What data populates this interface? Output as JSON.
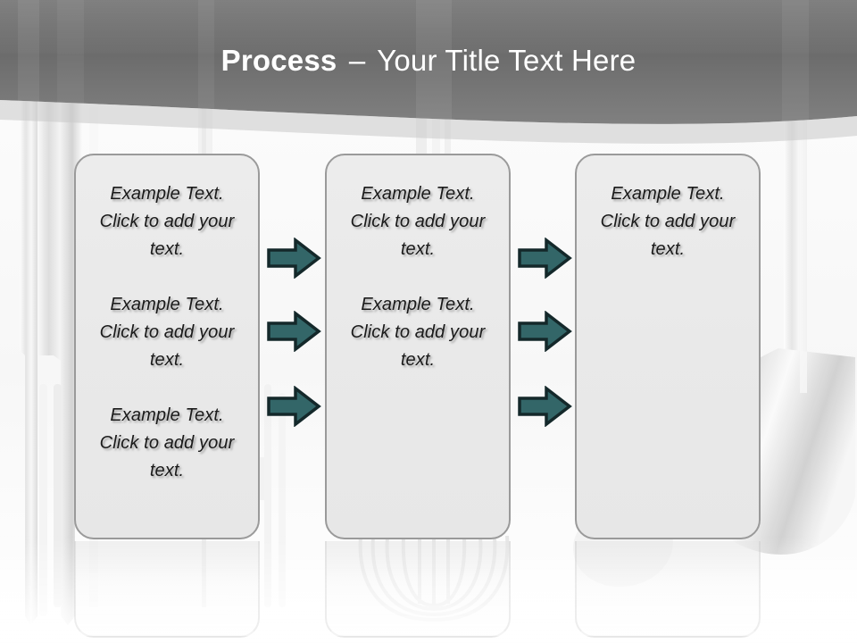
{
  "slide": {
    "title": {
      "strong": "Process",
      "dash": "–",
      "rest": "Your Title Text Here",
      "full": "Process – Your Title Text Here"
    },
    "theme": {
      "header_top_color": "#5e5e5e",
      "header_bottom_color": "#8b8b8b",
      "title_color": "#ffffff",
      "box_fill_color": "#eaeaea",
      "box_border_color": "#9a9a9a",
      "arrow_fill_color": "#336668",
      "arrow_outline_color": "#14282a",
      "body_text_color": "#1a1a1a",
      "background_color": "#fbfbfb"
    },
    "background_art": {
      "left_object": "fork-silhouette",
      "center_object": "whisk-silhouette",
      "right_object": "ladle-silhouette"
    }
  },
  "boxes": [
    {
      "name": "process-box-1",
      "paragraphs": [
        "Example Text. Click  to add your text.",
        "Example Text. Click  to add your text.",
        "Example Text. Click  to add your text."
      ]
    },
    {
      "name": "process-box-2",
      "paragraphs": [
        "Example Text. Click  to add your text.",
        "Example Text. Click  to add your text."
      ]
    },
    {
      "name": "process-box-3",
      "paragraphs": [
        "Example Text. Click  to add your text."
      ]
    }
  ],
  "arrows": {
    "icon": "arrow-right-icon",
    "group_1": [
      {
        "label": "arrow-step1-row1"
      },
      {
        "label": "arrow-step1-row2"
      },
      {
        "label": "arrow-step1-row3"
      }
    ],
    "group_2": [
      {
        "label": "arrow-step2-row1"
      },
      {
        "label": "arrow-step2-row2"
      },
      {
        "label": "arrow-step2-row3"
      }
    ]
  }
}
